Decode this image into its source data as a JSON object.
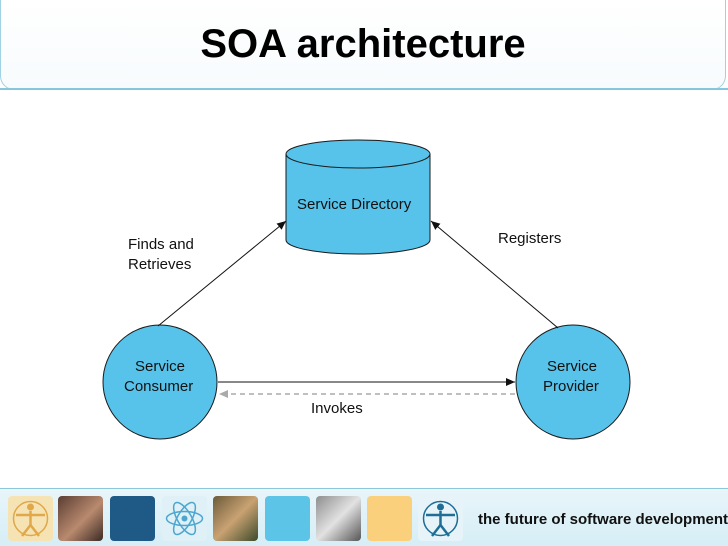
{
  "title": "SOA architecture",
  "nodes": {
    "directory": "Service Directory",
    "consumer_line1": "Service",
    "consumer_line2": "Consumer",
    "provider_line1": "Service",
    "provider_line2": "Provider"
  },
  "edges": {
    "finds_line1": "Finds and",
    "finds_line2": "Retrieves",
    "registers": "Registers",
    "invokes": "Invokes"
  },
  "footer": {
    "tagline": "the future of software development"
  },
  "colors": {
    "node_fill": "#58c3ea",
    "node_stroke": "#1a1a1a",
    "banner_border": "#86c7dc"
  }
}
